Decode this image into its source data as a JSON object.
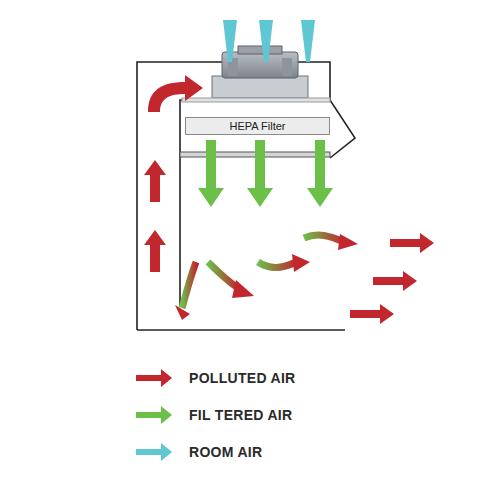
{
  "diagram": {
    "nodes": [
      {
        "text": [
          "HEPA Filter"
        ]
      }
    ],
    "edges": [],
    "legend": [
      {
        "text": "POLLUTED AIR",
        "color": "#c1272d"
      },
      {
        "text": "FIL TERED AIR",
        "color": "#6cc04a"
      },
      {
        "text": "ROOM AIR",
        "color": "#5fc6d3"
      }
    ]
  }
}
